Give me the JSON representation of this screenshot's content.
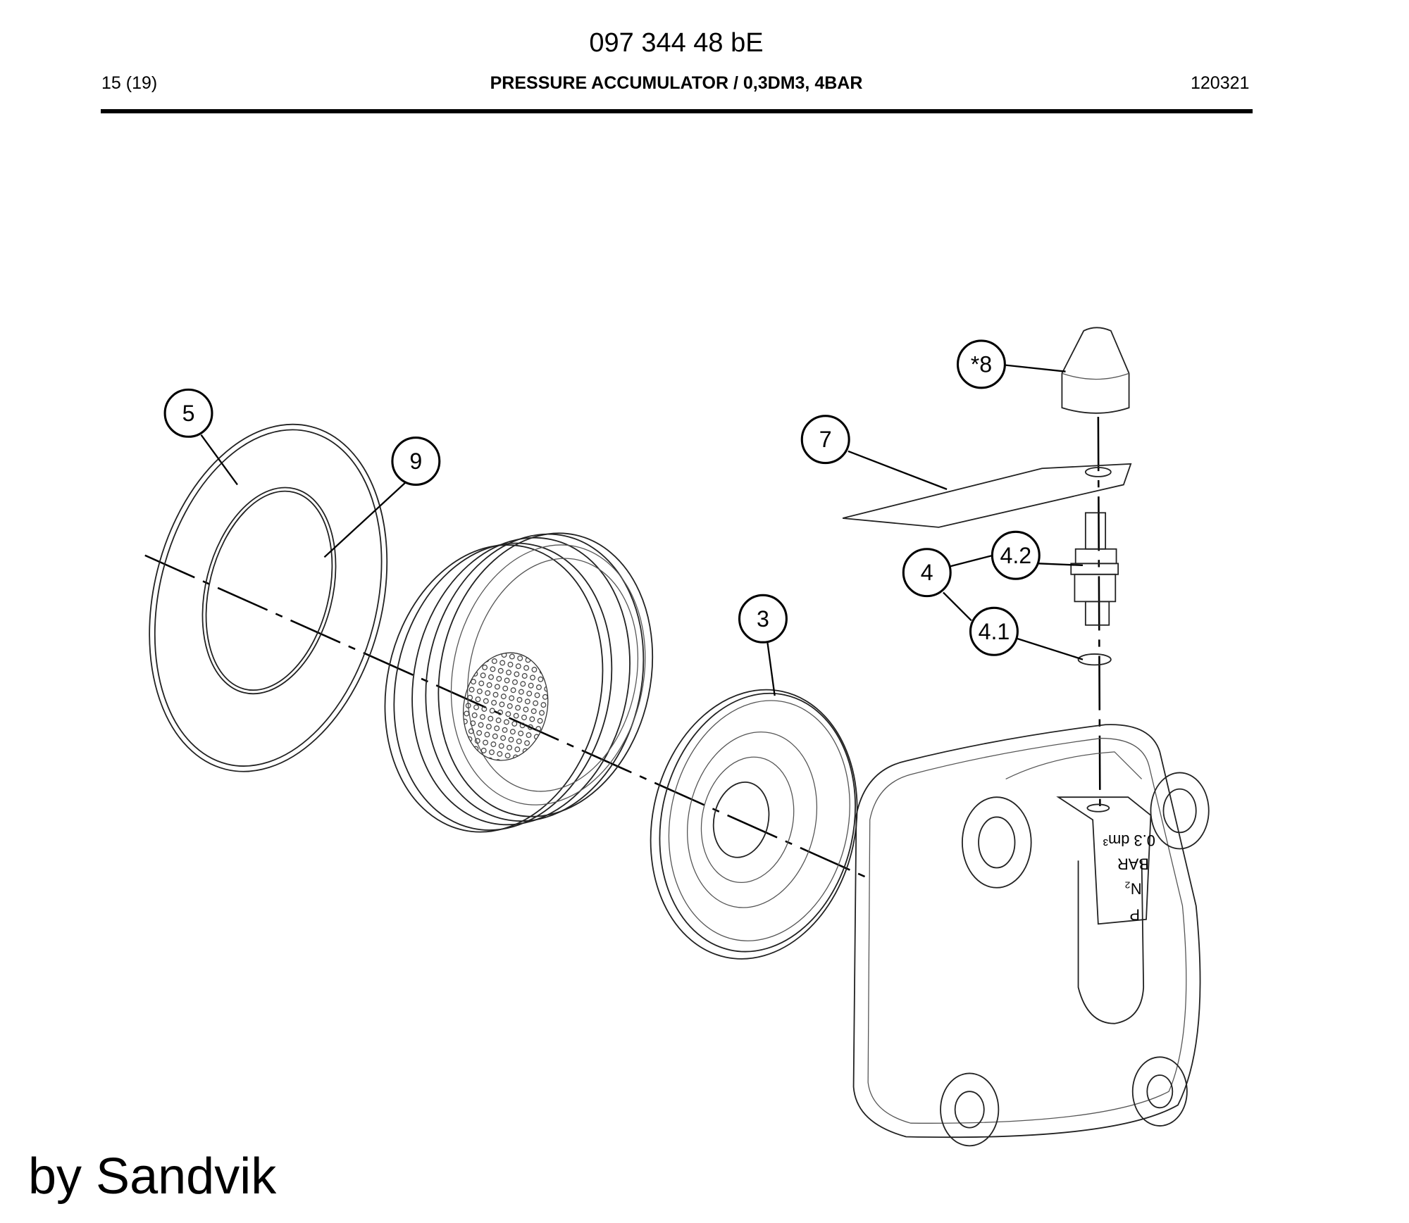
{
  "header": {
    "document_number": "097 344 48 bE",
    "page": "15 (19)",
    "title": "PRESSURE ACCUMULATOR / 0,3DM3, 4BAR",
    "date_code": "120321"
  },
  "callouts": [
    "5",
    "9",
    "3",
    "7",
    "*8",
    "4",
    "4.2",
    "4.1"
  ],
  "part_marking": {
    "line1": "P",
    "line2": "N₂",
    "line3": "BAR",
    "line4": "0.3 dm³"
  },
  "footer": {
    "credit": "by Sandvik"
  }
}
